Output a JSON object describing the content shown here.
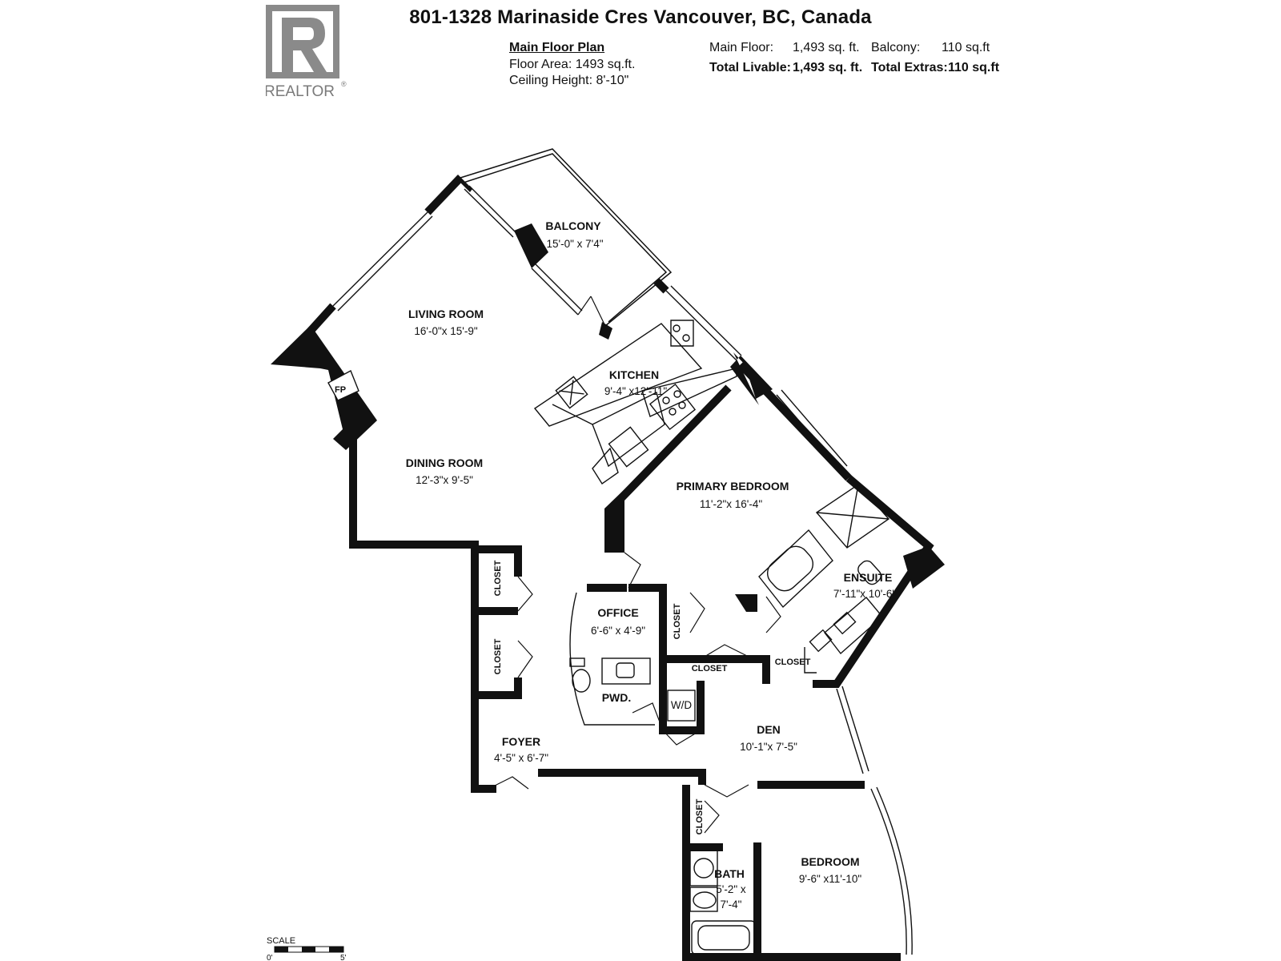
{
  "logo": {
    "text": "REALTOR",
    "mark": "®"
  },
  "title": "801-1328 Marinaside Cres Vancouver, BC, Canada",
  "plan_info": {
    "title": "Main Floor Plan",
    "floor_area_label": "Floor Area:",
    "floor_area_value": "1493 sq.ft.",
    "ceiling_label": "Ceiling Height:",
    "ceiling_value": "8'-10\""
  },
  "summary": {
    "main_floor_label": "Main Floor:",
    "main_floor_value": "1,493 sq. ft.",
    "balcony_label": "Balcony:",
    "balcony_value": "110 sq.ft",
    "total_livable_label": "Total Livable:",
    "total_livable_value": "1,493 sq. ft.",
    "total_extras_label": "Total Extras:",
    "total_extras_value": "110 sq.ft"
  },
  "rooms": {
    "balcony": {
      "name": "BALCONY",
      "dim": "15'-0\" x 7'4\""
    },
    "living": {
      "name": "LIVING ROOM",
      "dim": "16'-0\"x 15'-9\""
    },
    "kitchen": {
      "name": "KITCHEN",
      "dim": "9'-4\" x12'-11\""
    },
    "dining": {
      "name": "DINING ROOM",
      "dim": "12'-3\"x 9'-5\""
    },
    "primary": {
      "name": "PRIMARY BEDROOM",
      "dim": "11'-2\"x 16'-4\""
    },
    "ensuite": {
      "name": "ENSUITE",
      "dim": "7'-11\"x 10'-6\""
    },
    "office": {
      "name": "OFFICE",
      "dim": "6'-6\" x 4'-9\""
    },
    "pwd": {
      "name": "PWD."
    },
    "den": {
      "name": "DEN",
      "dim": "10'-1\"x 7'-5\""
    },
    "foyer": {
      "name": "FOYER",
      "dim": "4'-5\" x 6'-7\""
    },
    "bedroom": {
      "name": "BEDROOM",
      "dim": "9'-6\" x11'-10\""
    },
    "bath": {
      "name": "BATH",
      "dim1": "5'-2\" x",
      "dim2": "7'-4\""
    }
  },
  "labels": {
    "fp": "FP",
    "wd": "W/D",
    "closet": "CLOSET",
    "scale": "SCALE",
    "scale_start": "0'",
    "scale_end": "5'"
  }
}
